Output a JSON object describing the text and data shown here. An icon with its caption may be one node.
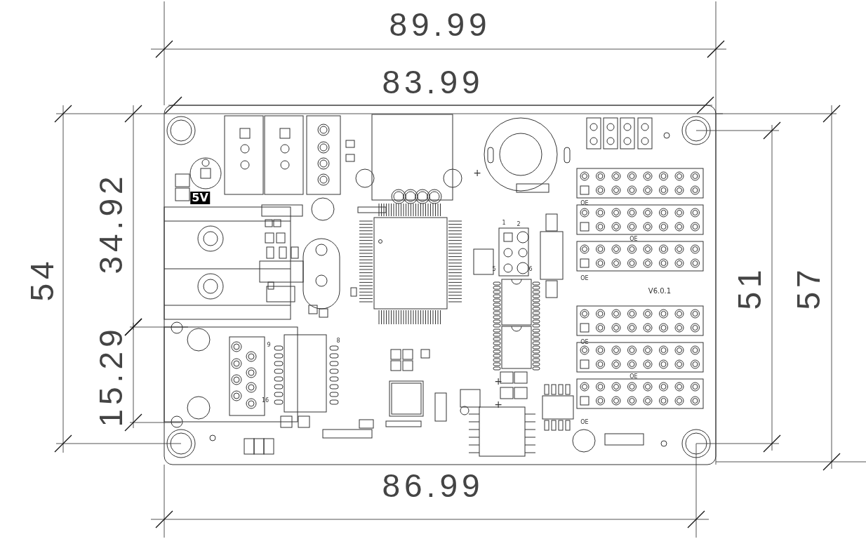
{
  "diagram": {
    "labels": [
      "89.99",
      "83.99",
      "54",
      "34.92",
      "5V",
      "+",
      "1",
      "2",
      "OE",
      "OE",
      "5",
      "6",
      "OE",
      "V6.0.1",
      "15.29",
      "9",
      "8",
      "51",
      "57",
      "OE",
      "OE",
      "16",
      "+",
      "+",
      "OE",
      "86.99"
    ]
  }
}
